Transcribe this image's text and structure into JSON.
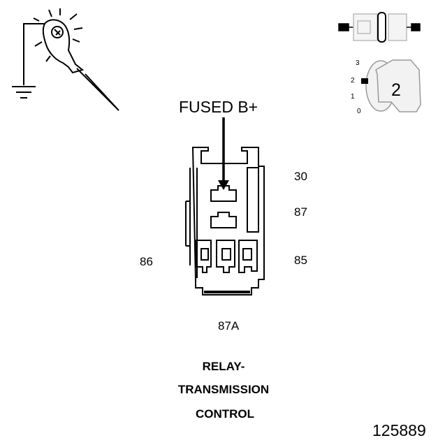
{
  "diagram": {
    "source_label": "FUSED B+",
    "pins": {
      "p30": "30",
      "p87": "87",
      "p86": "86",
      "p85": "85",
      "p87a": "87A"
    },
    "caption": {
      "line1": "RELAY-",
      "line2": "TRANSMISSION",
      "line3": "CONTROL"
    },
    "figure_number": "125889",
    "ignition": {
      "positions": [
        "3",
        "2",
        "1",
        "0"
      ],
      "key_position": "2"
    }
  }
}
